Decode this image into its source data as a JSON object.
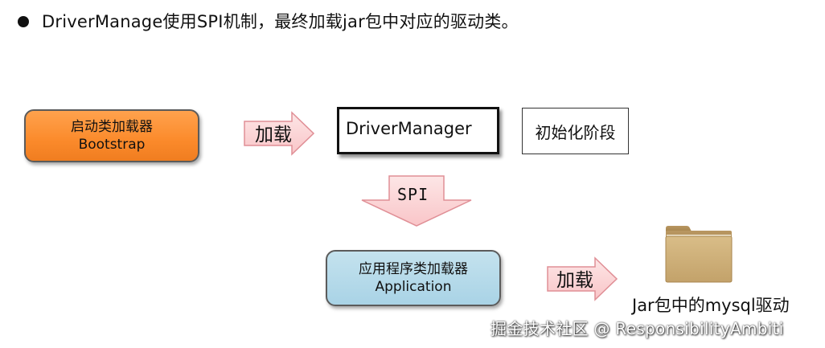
{
  "header": {
    "text": "DriverManage使用SPI机制，最终加载jar包中对应的驱动类。"
  },
  "nodes": {
    "bootstrap_loader": {
      "line1": "启动类加载器",
      "line2": "Bootstrap"
    },
    "driver_manager": {
      "label": "DriverManager"
    },
    "init_stage": {
      "label": "初始化阶段"
    },
    "app_loader": {
      "line1": "应用程序类加载器",
      "line2": "Application"
    },
    "jar_folder": {
      "caption": "Jar包中的mysql驱动",
      "icon": "folder-icon"
    }
  },
  "edges": {
    "load_arrow_1": {
      "label": "加载"
    },
    "spi_arrow": {
      "label": "SPI"
    },
    "load_arrow_2": {
      "label": "加载"
    }
  },
  "watermark": {
    "text": "掘金技术社区 @ ResponsibilityAmbiti"
  },
  "colors": {
    "bootstrap_fill": "#fb8a2b",
    "app_loader_fill": "#a9d3e6",
    "arrow_fill": "#fcd9da",
    "arrow_stroke": "#e08f96",
    "folder_fill": "#c8a870"
  }
}
